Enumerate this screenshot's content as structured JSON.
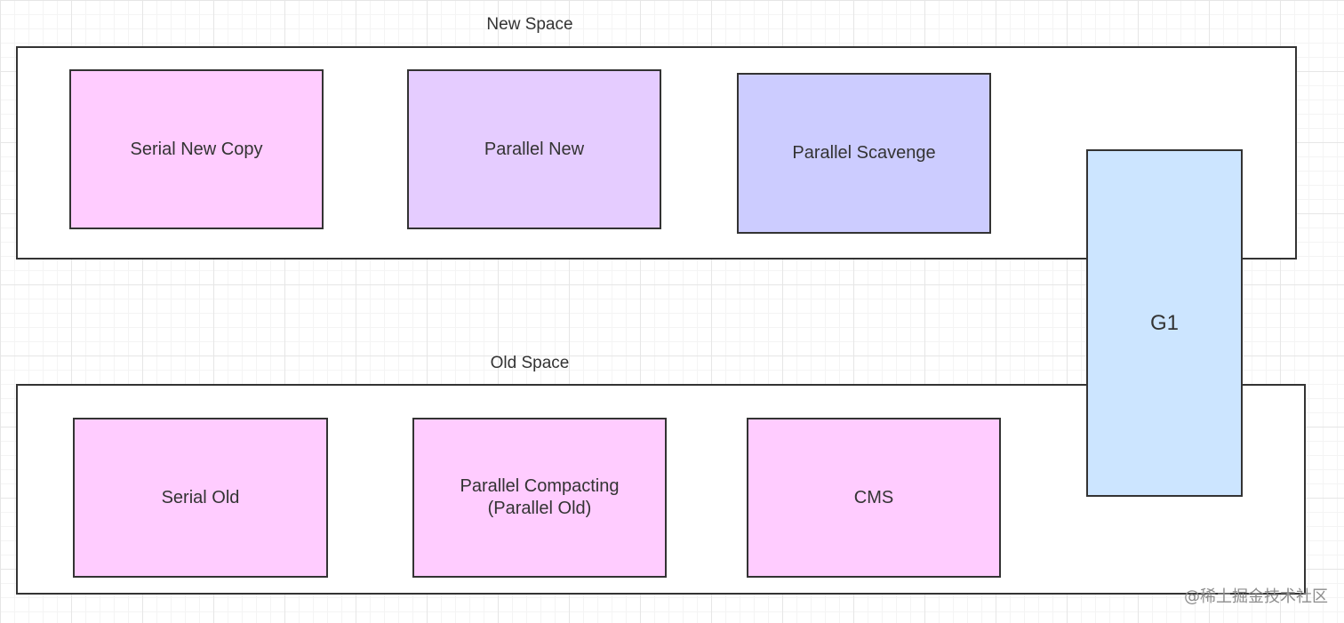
{
  "colors": {
    "pink": "#ffccff",
    "lavender": "#e5ccff",
    "periwinkle": "#ccccff",
    "light_blue": "#cce5ff",
    "stroke": "#333333",
    "container_fill": "#ffffff"
  },
  "new_space": {
    "title": "New Space",
    "collectors": [
      {
        "label": "Serial New Copy",
        "fill": "#ffccff"
      },
      {
        "label": "Parallel New",
        "fill": "#e5ccff"
      },
      {
        "label": "Parallel Scavenge",
        "fill": "#ccccff"
      }
    ]
  },
  "old_space": {
    "title": "Old Space",
    "collectors": [
      {
        "label": "Serial Old",
        "fill": "#ffccff"
      },
      {
        "label": "Parallel Compacting\n(Parallel Old)",
        "fill": "#ffccff"
      },
      {
        "label": "CMS",
        "fill": "#ffccff"
      }
    ]
  },
  "g1": {
    "label": "G1",
    "fill": "#cce5ff"
  },
  "watermark": "@稀土掘金技术社区"
}
